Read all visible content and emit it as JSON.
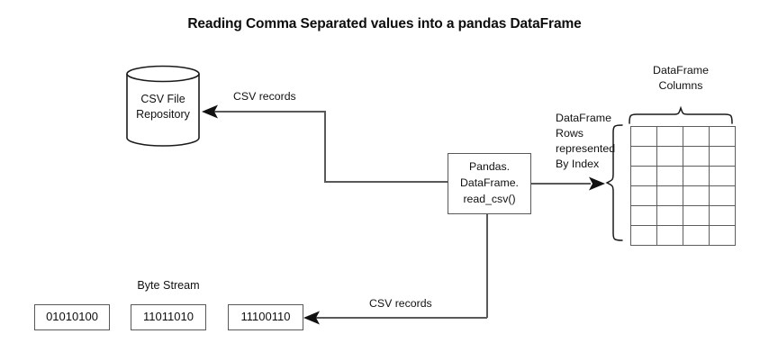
{
  "title": "Reading Comma Separated values into a pandas DataFrame",
  "nodes": {
    "repository": {
      "name": "CSV File Repository",
      "line1": "CSV File",
      "line2": "Repository",
      "shape": "cylinder"
    },
    "pandas": {
      "line1": "Pandas.",
      "line2": "DataFrame.",
      "line3": "read_csv()",
      "shape": "rectangle"
    },
    "dataframe_table": {
      "columns": 4,
      "rows": 6
    }
  },
  "labels": {
    "columns_line1": "DataFrame",
    "columns_line2": "Columns",
    "rows_line1": "DataFrame",
    "rows_line2": "Rows",
    "rows_line3": "represented",
    "rows_line4": "By Index",
    "byte_stream": "Byte Stream"
  },
  "edges": {
    "top_csv_records": "CSV records",
    "bottom_csv_records": "CSV records"
  },
  "byte_stream": {
    "boxes": [
      "01010100",
      "11011010",
      "11100110"
    ]
  },
  "colors": {
    "stroke": "#595959",
    "table_stroke": "#5d5d5d",
    "text": "#111111",
    "background": "#ffffff"
  }
}
